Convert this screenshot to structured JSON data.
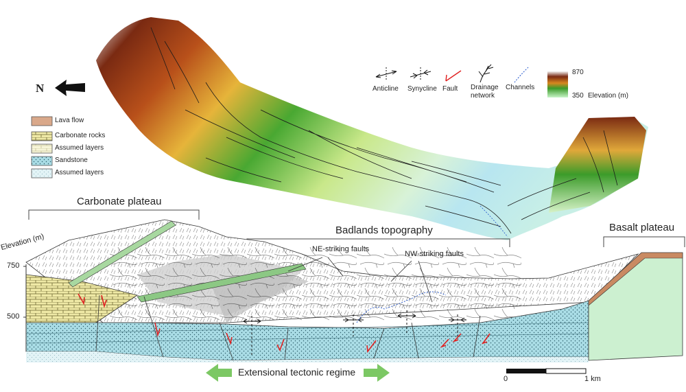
{
  "north": {
    "label": "N"
  },
  "legend": {
    "rocks": [
      {
        "label": "Lava flow",
        "color": "#d9a88a",
        "pattern": "solid"
      },
      {
        "label": "Carbonate rocks",
        "color": "#efe9a6",
        "pattern": "brick"
      },
      {
        "label": "Assumed layers",
        "color": "#f5f3cf",
        "pattern": "brick-light"
      },
      {
        "label": "Sandstone",
        "color": "#a9dce5",
        "pattern": "dots"
      },
      {
        "label": "Assumed layers",
        "color": "#dcf0f3",
        "pattern": "dots-light"
      }
    ],
    "symbols": [
      {
        "label": "Anticline",
        "icon": "anticline-icon"
      },
      {
        "label": "Synycline",
        "icon": "syncline-icon"
      },
      {
        "label": "Fault",
        "icon": "fault-icon"
      },
      {
        "label": "Drainage network",
        "line1": "Drainage",
        "line2": "network",
        "icon": "drainage-icon"
      },
      {
        "label": "Channels",
        "icon": "channels-icon"
      }
    ],
    "elevation": {
      "max": "870",
      "min": "350",
      "unit_label": "Elevation (m)"
    }
  },
  "sections": {
    "carbonate_plateau": "Carbonate plateau",
    "badlands": "Badlands topography",
    "basalt_plateau": "Basalt plateau"
  },
  "annotations": {
    "ne_faults": "NE-striking faults",
    "nw_faults": "NW-striking faults"
  },
  "elevation_axis": {
    "title": "Elevation (m)",
    "ticks": [
      "750",
      "500"
    ]
  },
  "tectonic": {
    "label": "Extensional tectonic regime"
  },
  "scale_bar": {
    "start": "0",
    "end": "1 km"
  },
  "colors": {
    "relief_high": "#7a2a12",
    "relief_mid": "#e6b43a",
    "relief_green": "#3c9b2a",
    "relief_low": "#c8f0e8",
    "fault_red": "#e02020",
    "arrow_green": "#7cc864",
    "carbonate": "#efe9a6",
    "sandstone": "#a9dce5",
    "lava": "#d9a88a",
    "basalt_face": "#ccf0d0"
  }
}
